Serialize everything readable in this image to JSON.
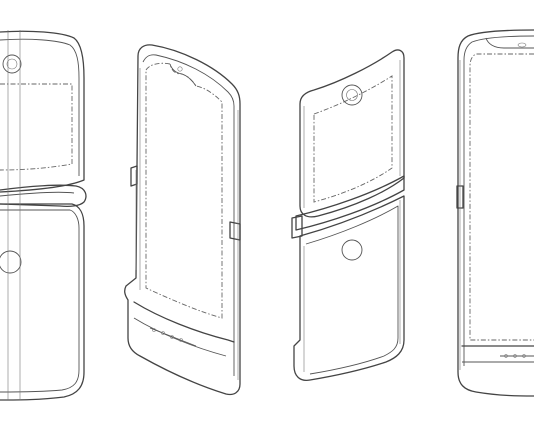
{
  "drawing": {
    "kind": "design patent drawing",
    "views": [
      {
        "id": "back-view-left-cropped",
        "side": "back",
        "folded": false
      },
      {
        "id": "front-view-angled-left",
        "side": "front",
        "folded": false
      },
      {
        "id": "back-view-angled-right",
        "side": "back",
        "folded": false
      },
      {
        "id": "front-view-right-cropped",
        "side": "front",
        "folded": false
      }
    ],
    "line_color": "#444444",
    "background_color": "#ffffff",
    "icons": [
      "circular-camera-ring-icon",
      "hinge-clip-icon",
      "speaker-grille-icon",
      "notch-icon"
    ]
  }
}
